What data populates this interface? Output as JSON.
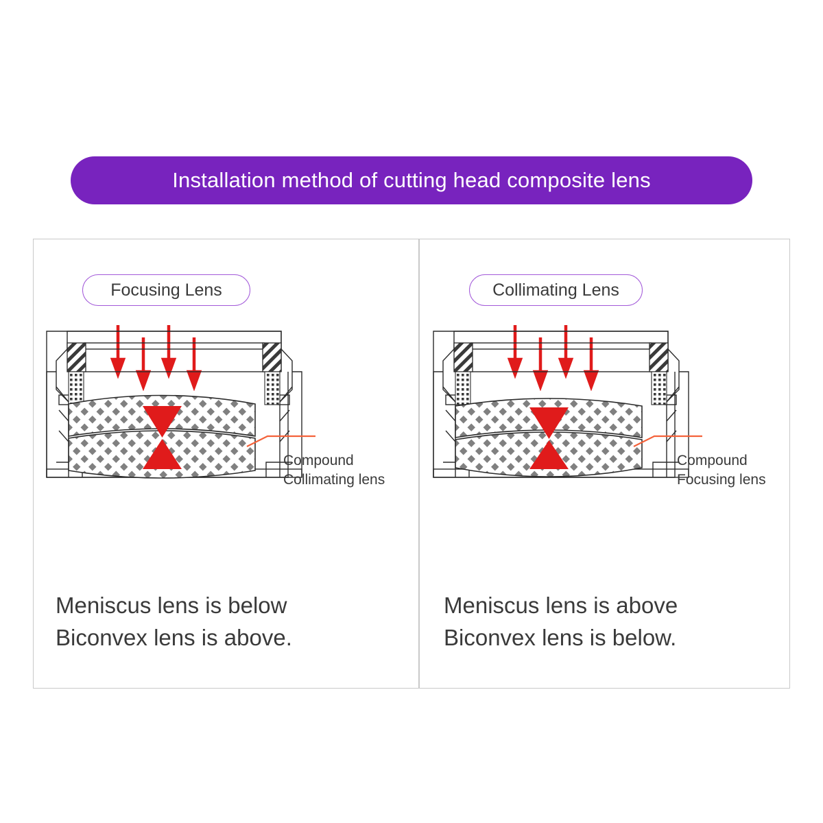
{
  "title": {
    "text": "Installation method of cutting head composite lens",
    "background_color": "#7823be",
    "text_color": "#ffffff"
  },
  "colors": {
    "accent_purple": "#7823be",
    "badge_border": "#a259d9",
    "arrow_red": "#e01b1b",
    "triangle_red": "#e01b1b",
    "leader_orange": "#f4623a",
    "hatch_gray": "#808080",
    "outline_dark": "#2b2b2b",
    "frame_gray": "#c9c9c9"
  },
  "panels": [
    {
      "id": "focusing",
      "badge_label": "Focusing Lens",
      "callout": {
        "line1": "Compound",
        "line2": "Collimating lens"
      },
      "caption": {
        "line1": "Meniscus lens  is below",
        "line2": "Biconvex lens is above."
      },
      "lens_stack": {
        "top": "biconvex",
        "bottom": "meniscus"
      },
      "beam_arrows": 4,
      "beam_direction": "down"
    },
    {
      "id": "collimating",
      "badge_label": "Collimating Lens",
      "callout": {
        "line1": "Compound",
        "line2": "Focusing lens"
      },
      "caption": {
        "line1": "Meniscus lens  is above",
        "line2": "Biconvex lens is below."
      },
      "lens_stack": {
        "top": "meniscus",
        "bottom": "biconvex"
      },
      "beam_arrows": 4,
      "beam_direction": "down"
    }
  ]
}
